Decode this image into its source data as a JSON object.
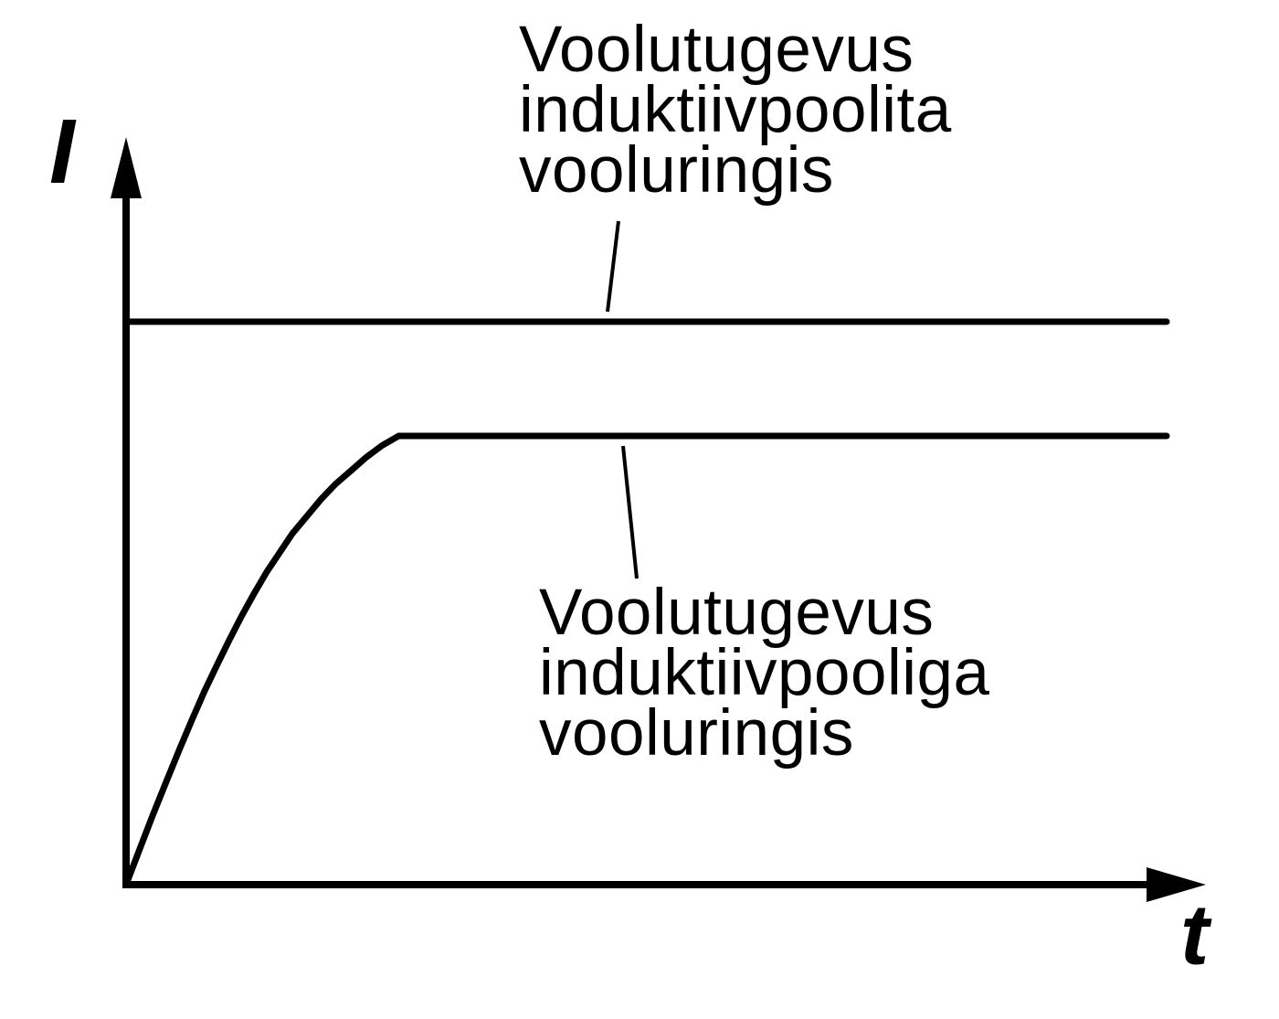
{
  "meta": {
    "background_color": "#ffffff",
    "ink_color": "#000000",
    "description": "Qualitative graph of current vs time for a circuit with and without an inductive coil"
  },
  "axes": {
    "y_label": "I",
    "x_label": "t"
  },
  "annotations": {
    "without_coil": {
      "line1": "Voolutugevus",
      "line2": "induktiivpoolita",
      "line3": "vooluringis"
    },
    "with_coil": {
      "line1": "Voolutugevus",
      "line2": "induktiivpooliga",
      "line3": "vooluringis"
    }
  },
  "chart_data": {
    "type": "line",
    "title": "",
    "xlabel": "t",
    "ylabel": "I",
    "grid": false,
    "tick_labels": "none",
    "legend_position": "inline-annotations-with-leader-lines",
    "x_range_normalized": [
      0,
      1
    ],
    "y_range_normalized": [
      0,
      1.15
    ],
    "series": [
      {
        "name": "Voolutugevus induktiivpoolita vooluringis",
        "description": "current without inductive coil: jumps immediately to steady value and stays constant",
        "steady_value": 1.0,
        "points": [
          [
            0,
            1.0
          ],
          [
            1.0,
            1.0
          ]
        ]
      },
      {
        "name": "Voolutugevus induktiivpooliga vooluringis",
        "description": "current with inductive coil: rises gradually (exponential saturation) to a lower steady value",
        "steady_value": 0.8,
        "points": [
          [
            0,
            0
          ],
          [
            0.0133,
            0.064
          ],
          [
            0.026,
            0.125
          ],
          [
            0.0386,
            0.183
          ],
          [
            0.051,
            0.239
          ],
          [
            0.0631,
            0.292
          ],
          [
            0.075,
            0.342
          ],
          [
            0.0871,
            0.389
          ],
          [
            0.099,
            0.434
          ],
          [
            0.111,
            0.477
          ],
          [
            0.123,
            0.517
          ],
          [
            0.135,
            0.555
          ],
          [
            0.148,
            0.591
          ],
          [
            0.16,
            0.624
          ],
          [
            0.174,
            0.655
          ],
          [
            0.187,
            0.684
          ],
          [
            0.201,
            0.711
          ],
          [
            0.216,
            0.735
          ],
          [
            0.23,
            0.758
          ],
          [
            0.246,
            0.78
          ],
          [
            0.262,
            0.797
          ],
          [
            1.0,
            0.797
          ]
        ]
      }
    ]
  }
}
